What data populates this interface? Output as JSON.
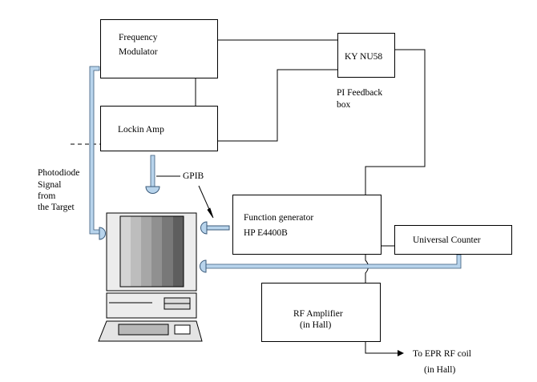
{
  "boxes": {
    "freq_mod": {
      "line1": "Frequency",
      "line2": "Modulator"
    },
    "kynu58": "KY NU58",
    "lockin": "Lockin Amp",
    "func_gen": {
      "line1": "Function generator",
      "line2": "HP E4400B"
    },
    "univ_counter": "Universal Counter",
    "rf_amp": {
      "line1": "RF Amplifier",
      "line2": "(in Hall)"
    }
  },
  "labels": {
    "pi_feedback": {
      "line1": "PI Feedback",
      "line2": "box"
    },
    "gpib": "GPIB",
    "photodiode": {
      "line1": "Photodiode",
      "line2": "Signal",
      "line3": "from",
      "line4": "the Target"
    },
    "epr": {
      "line1": "To EPR RF coil",
      "line2": "(in Hall)"
    }
  },
  "colors": {
    "line": "#000000",
    "cable_fill": "#b8d4ec",
    "cable_edge": "#3a5a7a"
  }
}
